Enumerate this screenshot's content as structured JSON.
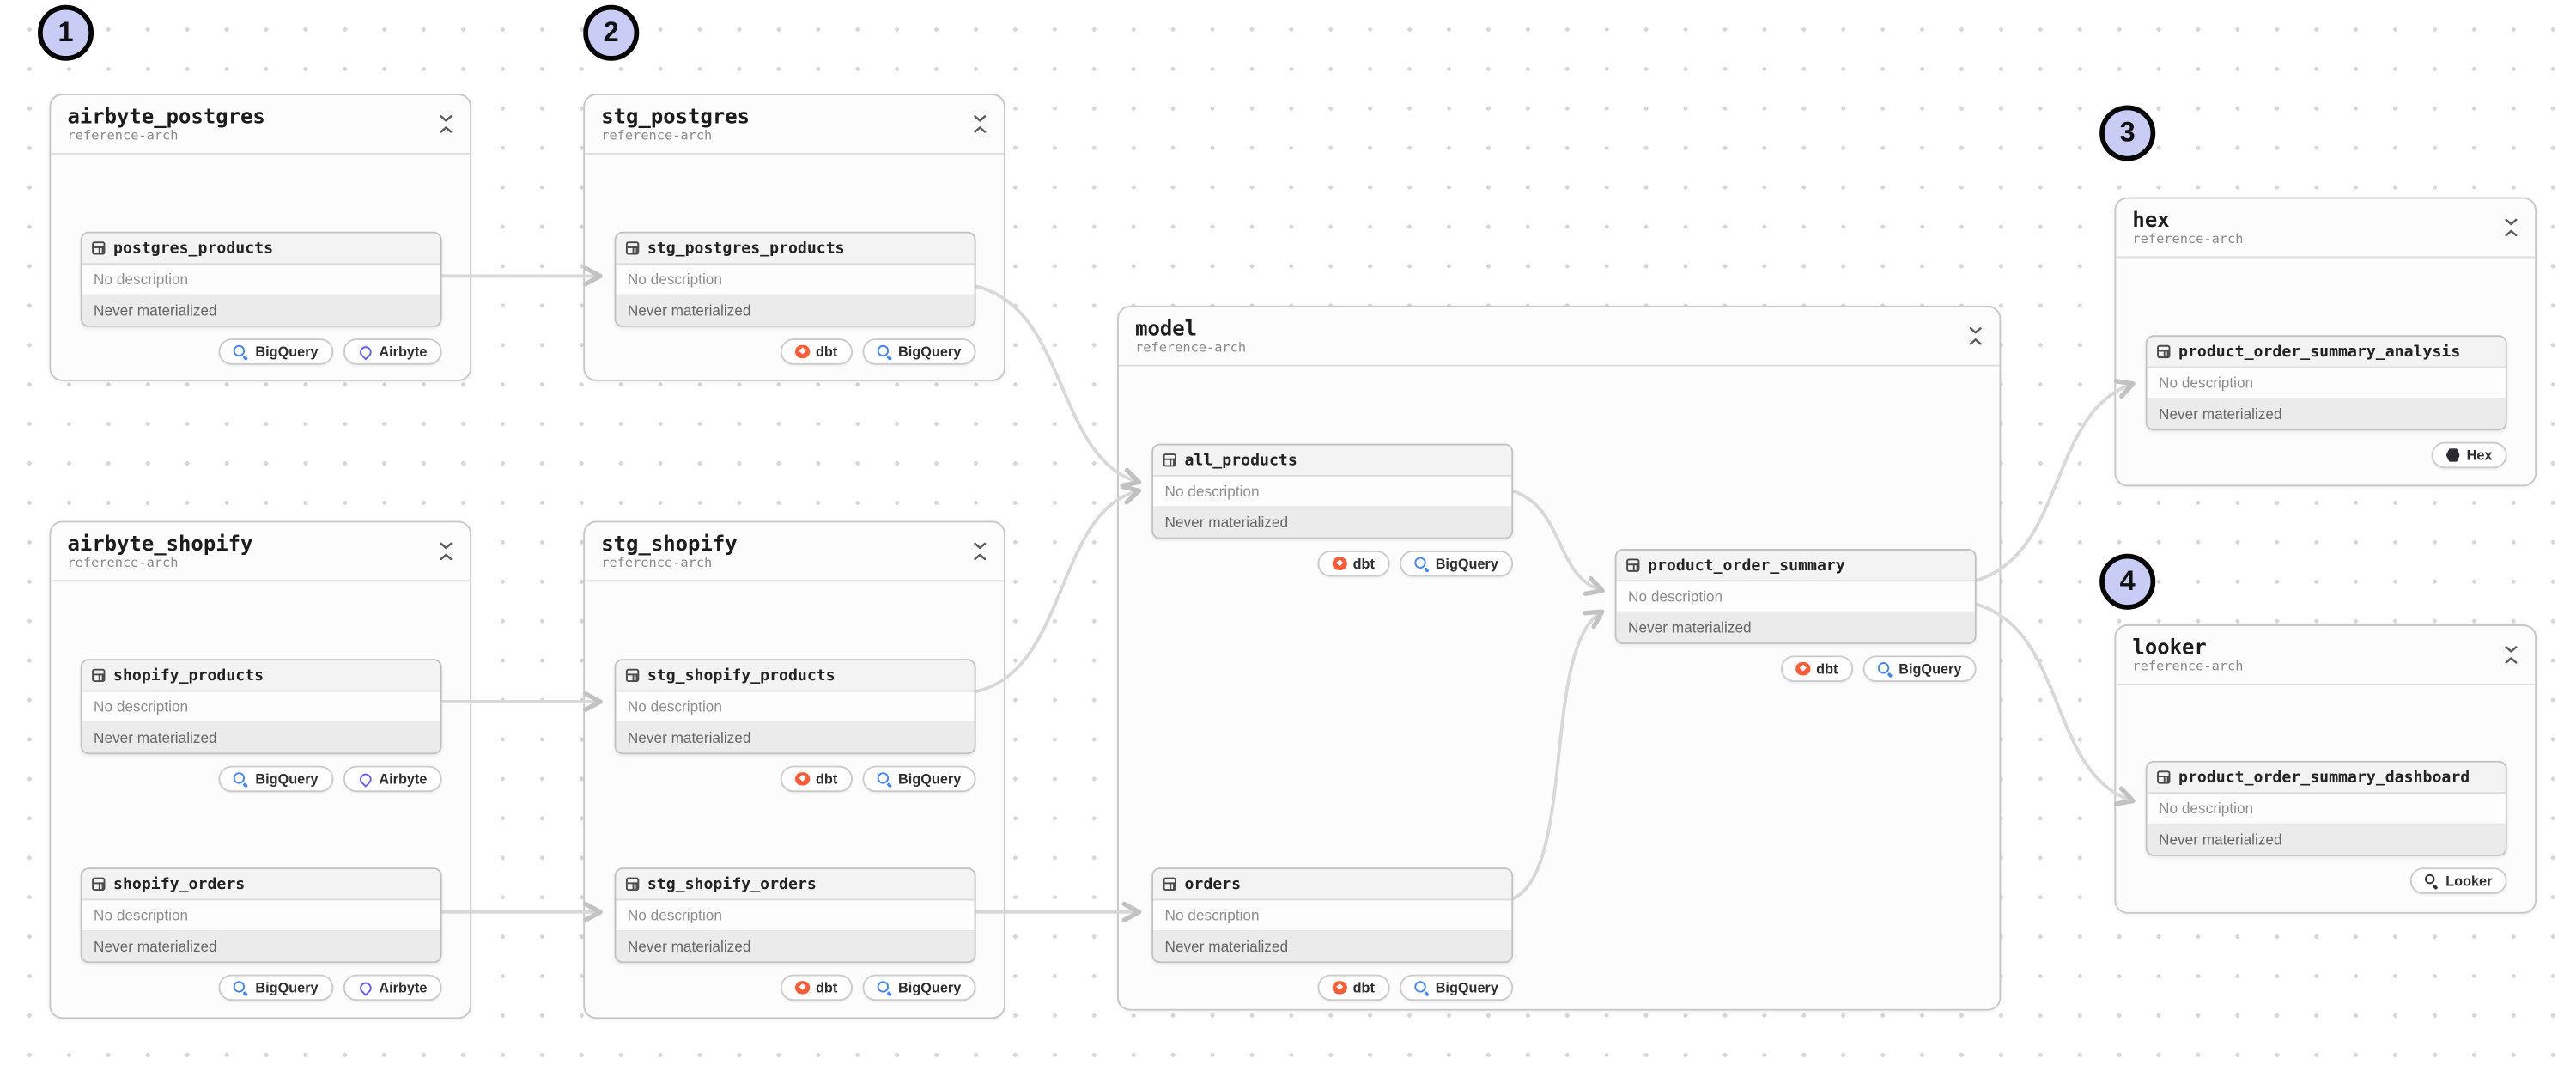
{
  "annotations": [
    {
      "label": "1"
    },
    {
      "label": "2"
    },
    {
      "label": "3"
    },
    {
      "label": "4"
    }
  ],
  "groups": [
    {
      "title": "airbyte_postgres",
      "subtitle": "reference-arch",
      "assets": [
        {
          "name": "postgres_products",
          "description": "No description",
          "status": "Never materialized",
          "badges": [
            {
              "label": "BigQuery"
            },
            {
              "label": "Airbyte"
            }
          ]
        }
      ]
    },
    {
      "title": "stg_postgres",
      "subtitle": "reference-arch",
      "assets": [
        {
          "name": "stg_postgres_products",
          "description": "No description",
          "status": "Never materialized",
          "badges": [
            {
              "label": "dbt"
            },
            {
              "label": "BigQuery"
            }
          ]
        }
      ]
    },
    {
      "title": "airbyte_shopify",
      "subtitle": "reference-arch",
      "assets": [
        {
          "name": "shopify_products",
          "description": "No description",
          "status": "Never materialized",
          "badges": [
            {
              "label": "BigQuery"
            },
            {
              "label": "Airbyte"
            }
          ]
        },
        {
          "name": "shopify_orders",
          "description": "No description",
          "status": "Never materialized",
          "badges": [
            {
              "label": "BigQuery"
            },
            {
              "label": "Airbyte"
            }
          ]
        }
      ]
    },
    {
      "title": "stg_shopify",
      "subtitle": "reference-arch",
      "assets": [
        {
          "name": "stg_shopify_products",
          "description": "No description",
          "status": "Never materialized",
          "badges": [
            {
              "label": "dbt"
            },
            {
              "label": "BigQuery"
            }
          ]
        },
        {
          "name": "stg_shopify_orders",
          "description": "No description",
          "status": "Never materialized",
          "badges": [
            {
              "label": "dbt"
            },
            {
              "label": "BigQuery"
            }
          ]
        }
      ]
    },
    {
      "title": "model",
      "subtitle": "reference-arch",
      "assets": [
        {
          "name": "all_products",
          "description": "No description",
          "status": "Never materialized",
          "badges": [
            {
              "label": "dbt"
            },
            {
              "label": "BigQuery"
            }
          ]
        },
        {
          "name": "orders",
          "description": "No description",
          "status": "Never materialized",
          "badges": [
            {
              "label": "dbt"
            },
            {
              "label": "BigQuery"
            }
          ]
        },
        {
          "name": "product_order_summary",
          "description": "No description",
          "status": "Never materialized",
          "badges": [
            {
              "label": "dbt"
            },
            {
              "label": "BigQuery"
            }
          ]
        }
      ]
    },
    {
      "title": "hex",
      "subtitle": "reference-arch",
      "assets": [
        {
          "name": "product_order_summary_analysis",
          "description": "No description",
          "status": "Never materialized",
          "badges": [
            {
              "label": "Hex"
            }
          ]
        }
      ]
    },
    {
      "title": "looker",
      "subtitle": "reference-arch",
      "assets": [
        {
          "name": "product_order_summary_dashboard",
          "description": "No description",
          "status": "Never materialized",
          "badges": [
            {
              "label": "Looker"
            }
          ]
        }
      ]
    }
  ],
  "edges": [
    {
      "from": "postgres_products",
      "to": "stg_postgres_products"
    },
    {
      "from": "shopify_products",
      "to": "stg_shopify_products"
    },
    {
      "from": "shopify_orders",
      "to": "stg_shopify_orders"
    },
    {
      "from": "stg_postgres_products",
      "to": "all_products"
    },
    {
      "from": "stg_shopify_products",
      "to": "all_products"
    },
    {
      "from": "stg_shopify_orders",
      "to": "orders"
    },
    {
      "from": "all_products",
      "to": "product_order_summary"
    },
    {
      "from": "orders",
      "to": "product_order_summary"
    },
    {
      "from": "product_order_summary",
      "to": "product_order_summary_analysis"
    },
    {
      "from": "product_order_summary",
      "to": "product_order_summary_dashboard"
    }
  ]
}
